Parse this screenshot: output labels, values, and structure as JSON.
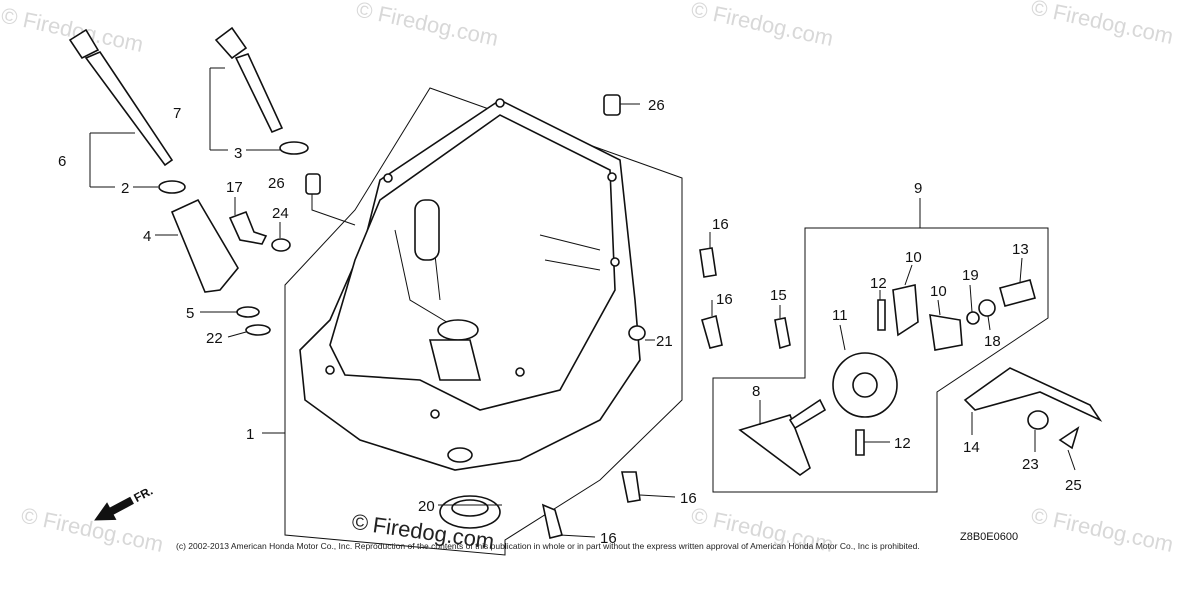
{
  "watermarks": {
    "small": "© Firedog.com",
    "center_symbol": "©",
    "center_text": "Firedog.com"
  },
  "callouts": {
    "p1": "1",
    "p2": "2",
    "p3": "3",
    "p4": "4",
    "p5": "5",
    "p6": "6",
    "p7": "7",
    "p8": "8",
    "p9": "9",
    "p10a": "10",
    "p10b": "10",
    "p11": "11",
    "p12a": "12",
    "p12b": "12",
    "p13": "13",
    "p14": "14",
    "p15": "15",
    "p16a": "16",
    "p16b": "16",
    "p16c": "16",
    "p16d": "16",
    "p17": "17",
    "p18": "18",
    "p19": "19",
    "p20": "20",
    "p21": "21",
    "p22": "22",
    "p23": "23",
    "p24": "24",
    "p25": "25",
    "p26a": "26",
    "p26b": "26"
  },
  "front_label": "FR.",
  "diagram_code": "Z8B0E0600",
  "copyright": "(c) 2002-2013 American Honda Motor Co., Inc. Reproduction of the contents of this publication in whole or in part without the express written approval of American Honda Motor Co., Inc is prohibited."
}
